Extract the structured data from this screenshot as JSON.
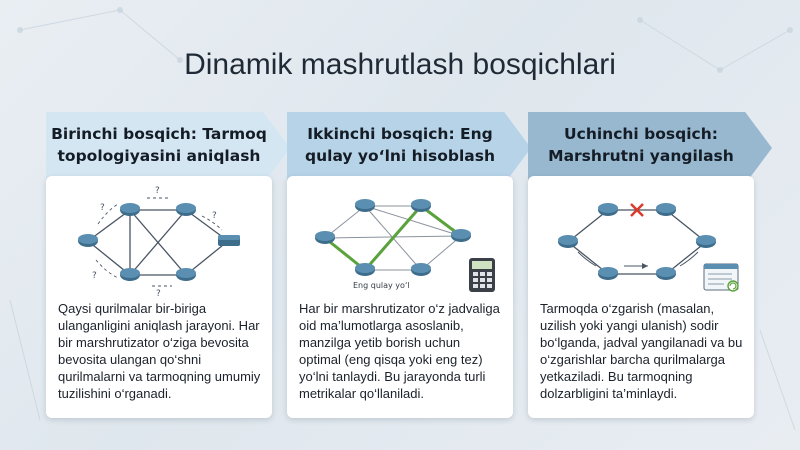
{
  "title": "Dinamik mashrutlash bosqichlari",
  "stages": [
    {
      "heading_line1": "Birinchi bosqich: Tarmoq",
      "heading_line2": "topologiyasini aniqlash",
      "description": "Qaysi qurilmalar bir-biriga ulanganligini aniqlash jarayoni. Har bir marshrutizator o‘ziga bevosita bevosita ulangan qo‘shni qurilmalarni va tarmoqning umumiy tuzilishini o‘rganadi."
    },
    {
      "heading_line1": "Ikkinchi bosqich: Eng",
      "heading_line2": "qulay yo‘lni hisoblash",
      "illustration_label": "Eng qulay yo‘l",
      "description": "Har bir marshrutizator o‘z jadvaliga oid ma’lumotlarga asoslanib, manzilga yetib borish uchun optimal (eng qisqa yoki eng tez) yo‘lni tanlaydi. Bu jarayonda turli metrikalar qo‘llaniladi."
    },
    {
      "heading_line1": "Uchinchi bosqich:",
      "heading_line2": "Marshrutni yangilash",
      "description": "Tarmoqda o‘zgarish (masalan, uzilish yoki yangi ulanish) sodir bo‘lganda, jadval yangilanadi va bu o‘zgarishlar barcha qurilmalarga yetkaziladi. Bu tarmoqning dolzarbligini ta’minlaydi."
    }
  ],
  "colors": {
    "router": "#3e6d8c",
    "optimal_path": "#5aa33c",
    "broken_link": "#d93a2b",
    "link": "#4a5563"
  },
  "icons": [
    "router-icon",
    "switch-icon",
    "calculator-icon",
    "routing-table-icon",
    "broken-link-icon",
    "question-mark-icon"
  ]
}
